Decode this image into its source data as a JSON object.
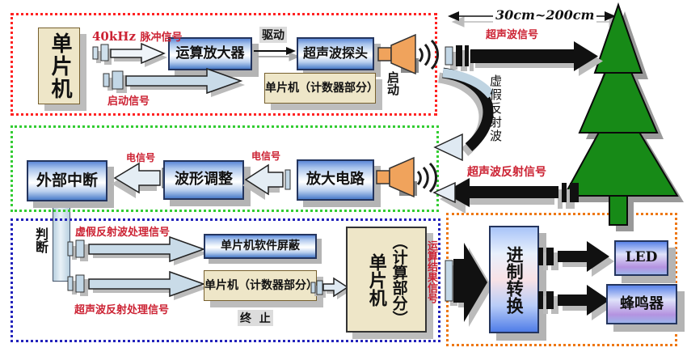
{
  "top": {
    "mcu": "单片机",
    "pulse_prefix": "40kHz",
    "pulse_signal": "脉冲信号",
    "opamp": "运算放大器",
    "drive": "驱动",
    "probe": "超声波探头",
    "mcu_counter": "单片机（计数器部分）",
    "start": "启动",
    "start_signal": "启动信号"
  },
  "environment": {
    "range": "30cm~200cm",
    "ultrasonic_signal": "超声波信号",
    "false_reflection": "虚假反射波",
    "reflected_signal": "超声波反射信号"
  },
  "receive": {
    "external_interrupt": "外部中断",
    "electric_signal_1": "电信号",
    "waveform_adjust": "波形调整",
    "electric_signal_2": "电信号",
    "amplifier": "放大电路"
  },
  "process": {
    "judge": "判断",
    "false_processed_signal": "虚假反射波处理信号",
    "software_mask": "单片机软件屏蔽",
    "mcu_counter": "单片机（计数器部分）",
    "reflect_processed_signal": "超声波反射处理信号",
    "terminate": "终  止",
    "mcu": "单片机",
    "calc_part": "（计算部分）",
    "result_signal": "运算结果信号"
  },
  "output": {
    "converter": "进制转换",
    "led": "LED",
    "buzzer": "蜂鸣器"
  },
  "colors": {
    "transmit_border": "#ff2222",
    "receive_border": "#33cc33",
    "process_border": "#2222bb",
    "output_border": "#ee7711",
    "signal_text": "#cc2233",
    "tree_green": "#178a17",
    "horn_orange": "#f2a45c",
    "box_beige": "#eee6c8",
    "box_blue": "#4a7cc9"
  }
}
